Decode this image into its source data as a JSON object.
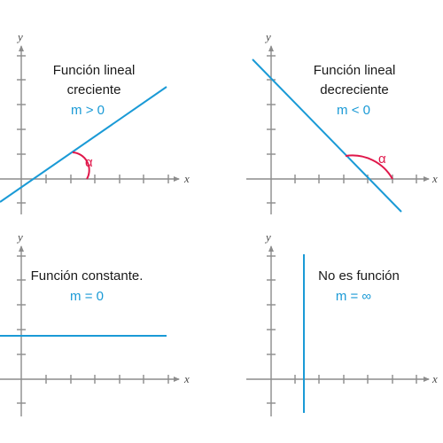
{
  "axes": {
    "x_label": "x",
    "y_label": "y"
  },
  "colors": {
    "line": "#1a9ad6",
    "angle": "#e0174a",
    "axis": "#8c8c8c",
    "text": "#1a1a1a"
  },
  "panels": [
    {
      "id": "increasing",
      "title_line1": "Función lineal",
      "title_line2": "creciente",
      "slope_text": "m > 0",
      "angle_symbol": "α"
    },
    {
      "id": "decreasing",
      "title_line1": "Función lineal",
      "title_line2": "decreciente",
      "slope_text": "m < 0",
      "angle_symbol": "α"
    },
    {
      "id": "constant",
      "title_line1": "Función constante.",
      "slope_text": "m = 0"
    },
    {
      "id": "vertical",
      "title_line1": "No es función",
      "slope_text": "m = ∞"
    }
  ]
}
